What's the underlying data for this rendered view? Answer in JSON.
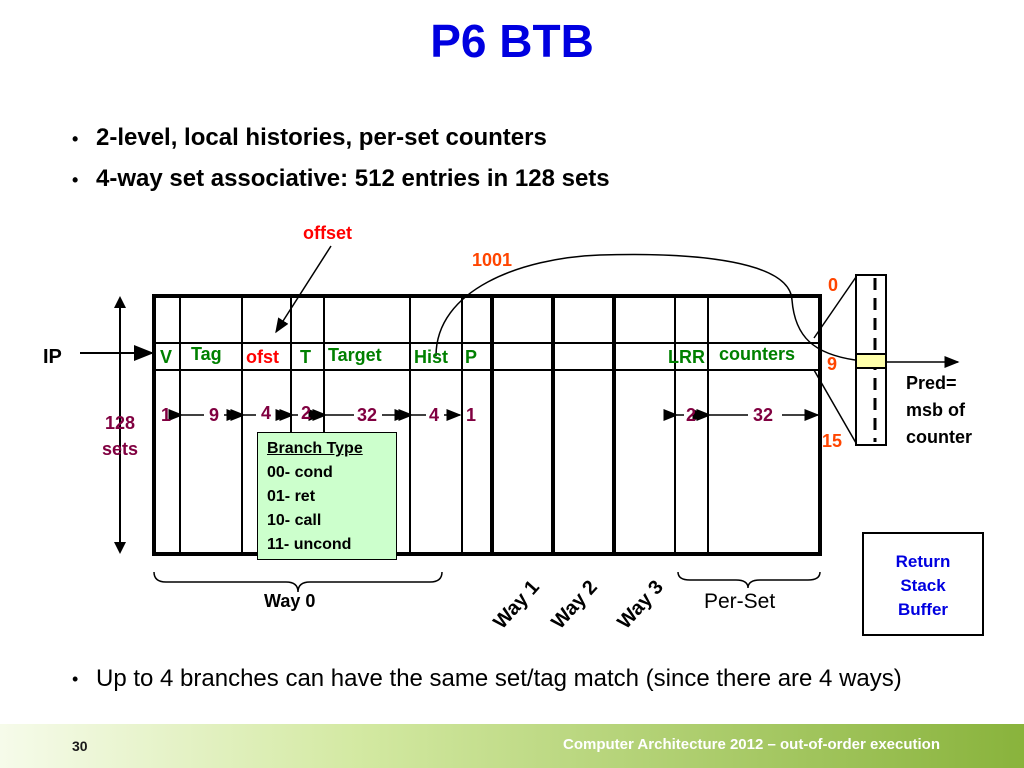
{
  "slide": {
    "title": "P6 BTB",
    "bullets": [
      "2-level, local histories, per-set counters",
      "4-way set associative: 512 entries in 128 sets"
    ],
    "bottom_bullet": "Up to 4 branches can have the same set/tag match (since there are 4 ways)"
  },
  "diagram": {
    "ip_label": "IP",
    "offset_label": "offset",
    "hist_value": "1001",
    "sets_label": [
      "128",
      "sets"
    ],
    "fields": {
      "v": "V",
      "tag": "Tag",
      "ofst": "ofst",
      "t": "T",
      "target": "Target",
      "hist": "Hist",
      "p": "P",
      "lrr": "LRR",
      "counters": "counters"
    },
    "widths": {
      "v": "1",
      "tag": "9",
      "ofst": "4",
      "t": "2",
      "target": "32",
      "hist": "4",
      "p": "1",
      "lrr": "2",
      "counters": "32"
    },
    "branch_type": {
      "title": "Branch Type",
      "items": [
        "00- cond",
        "01- ret",
        "10- call",
        "11- uncond"
      ]
    },
    "way0_label": "Way 0",
    "way_labels": [
      "Way 1",
      "Way 2",
      "Way 3"
    ],
    "per_set_label": "Per-Set",
    "counter_indices": [
      "0",
      "9",
      "15"
    ],
    "pred_label": [
      "Pred=",
      "msb of",
      "counter"
    ],
    "rsb": [
      "Return",
      "Stack",
      "Buffer"
    ]
  },
  "footer": {
    "page_number": "30",
    "course": "Computer Architecture 2012 – out-of-order execution"
  },
  "colors": {
    "title": "#0000e0",
    "green_label": "#008000",
    "red_label": "#ff0000",
    "orange_label": "#ff4500",
    "purple_label": "#800040",
    "branch_box": "#ccffcc",
    "highlight": "#ffffaa"
  }
}
